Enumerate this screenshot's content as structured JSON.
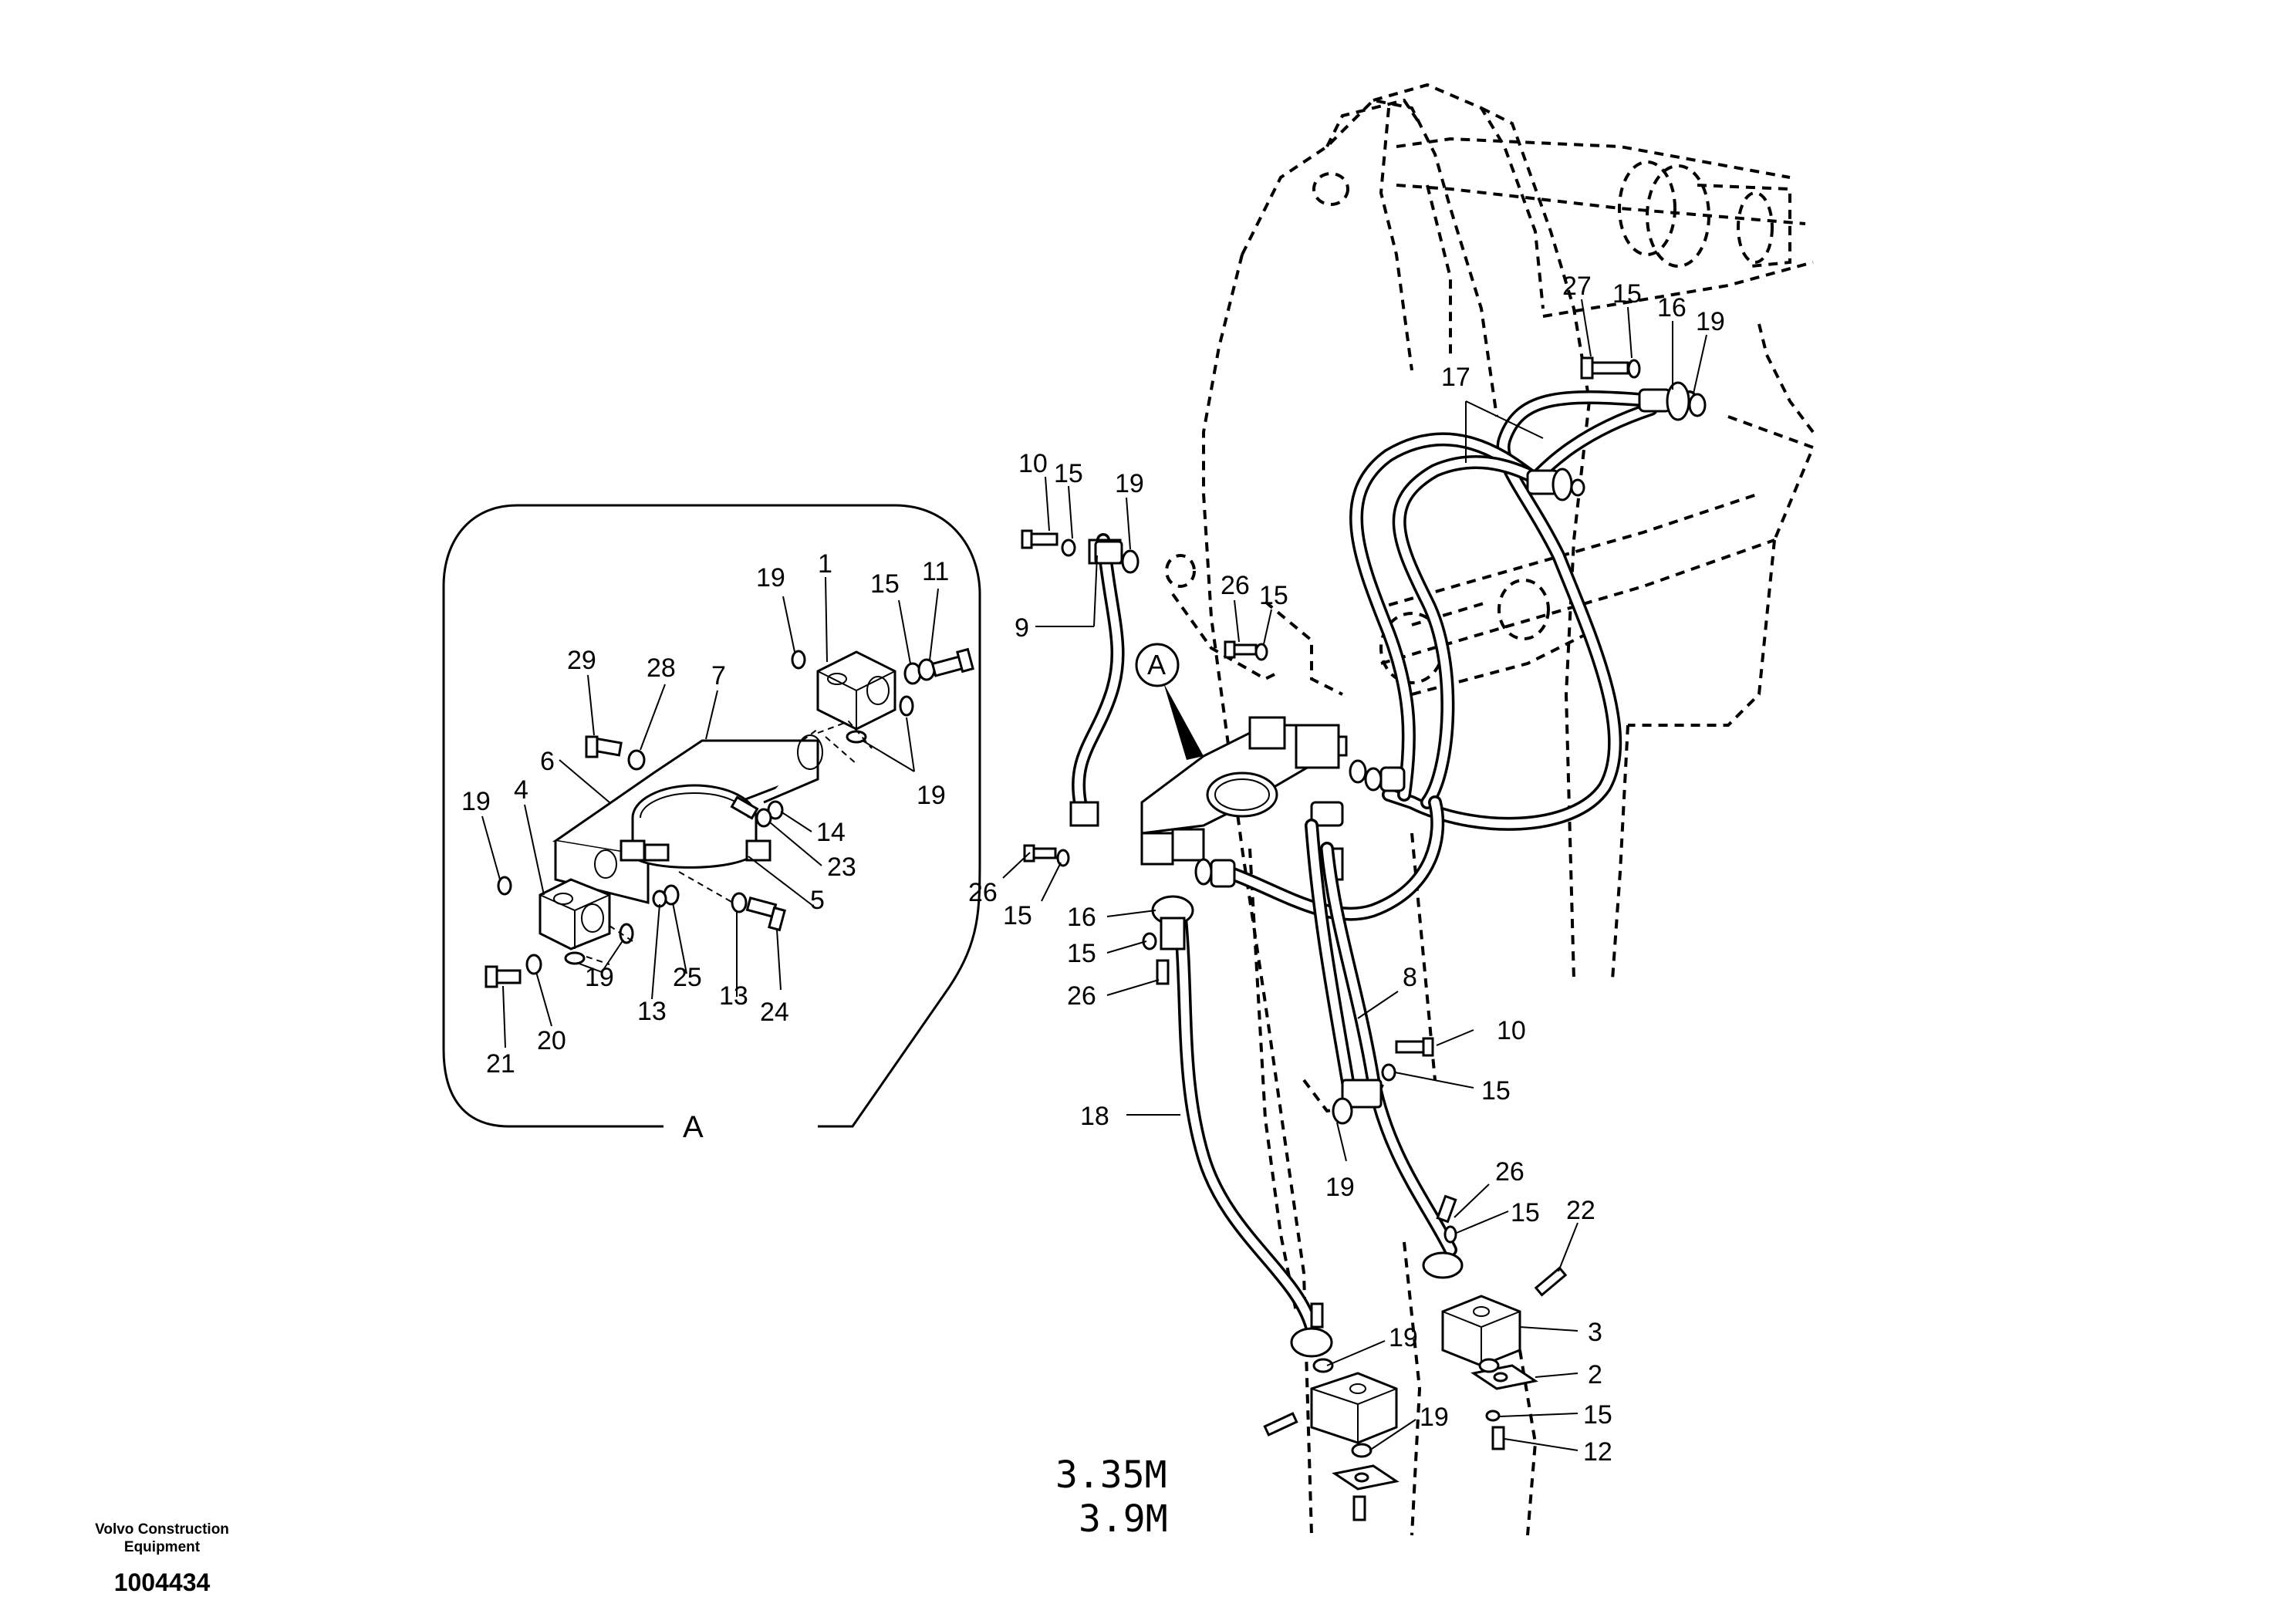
{
  "callouts": [
    {
      "id": "c-10-top",
      "text": "10"
    },
    {
      "id": "c-15-top",
      "text": "15"
    },
    {
      "id": "c-19-top",
      "text": "19"
    },
    {
      "id": "c-9",
      "text": "9"
    },
    {
      "id": "c-26-mid",
      "text": "26"
    },
    {
      "id": "c-15-mid",
      "text": "15"
    },
    {
      "id": "c-27",
      "text": "27"
    },
    {
      "id": "c-15-right",
      "text": "15"
    },
    {
      "id": "c-16-right",
      "text": "16"
    },
    {
      "id": "c-19-right",
      "text": "19"
    },
    {
      "id": "c-17",
      "text": "17"
    },
    {
      "id": "c-26-left",
      "text": "26"
    },
    {
      "id": "c-15-left",
      "text": "15"
    },
    {
      "id": "c-16-left",
      "text": "16"
    },
    {
      "id": "c-15-left2",
      "text": "15"
    },
    {
      "id": "c-26-left2",
      "text": "26"
    },
    {
      "id": "c-8",
      "text": "8"
    },
    {
      "id": "c-10-right",
      "text": "10"
    },
    {
      "id": "c-15-right2",
      "text": "15"
    },
    {
      "id": "c-18",
      "text": "18"
    },
    {
      "id": "c-19-low",
      "text": "19"
    },
    {
      "id": "c-26-low",
      "text": "26"
    },
    {
      "id": "c-15-low",
      "text": "15"
    },
    {
      "id": "c-22",
      "text": "22"
    },
    {
      "id": "c-3",
      "text": "3"
    },
    {
      "id": "c-2",
      "text": "2"
    },
    {
      "id": "c-19-bottom1",
      "text": "19"
    },
    {
      "id": "c-19-bottom2",
      "text": "19"
    },
    {
      "id": "c-15-bottom",
      "text": "15"
    },
    {
      "id": "c-12",
      "text": "12"
    },
    {
      "id": "d-19-a",
      "text": "19"
    },
    {
      "id": "d-1",
      "text": "1"
    },
    {
      "id": "d-15",
      "text": "15"
    },
    {
      "id": "d-11",
      "text": "11"
    },
    {
      "id": "d-29",
      "text": "29"
    },
    {
      "id": "d-28",
      "text": "28"
    },
    {
      "id": "d-7",
      "text": "7"
    },
    {
      "id": "d-6",
      "text": "6"
    },
    {
      "id": "d-19-b",
      "text": "19"
    },
    {
      "id": "d-4",
      "text": "4"
    },
    {
      "id": "d-19-c",
      "text": "19"
    },
    {
      "id": "d-14",
      "text": "14"
    },
    {
      "id": "d-23",
      "text": "23"
    },
    {
      "id": "d-5",
      "text": "5"
    },
    {
      "id": "d-25",
      "text": "25"
    },
    {
      "id": "d-13-a",
      "text": "13"
    },
    {
      "id": "d-13-b",
      "text": "13"
    },
    {
      "id": "d-24",
      "text": "24"
    },
    {
      "id": "d-19-d",
      "text": "19"
    },
    {
      "id": "d-21",
      "text": "21"
    },
    {
      "id": "d-20",
      "text": "20"
    }
  ],
  "detail_marker": "A",
  "detail_title": "A",
  "measurements": [
    "3.35M",
    "3.9M"
  ],
  "footer": {
    "brand_line1": "Volvo Construction",
    "brand_line2": "Equipment",
    "doc_number": "1004434"
  }
}
